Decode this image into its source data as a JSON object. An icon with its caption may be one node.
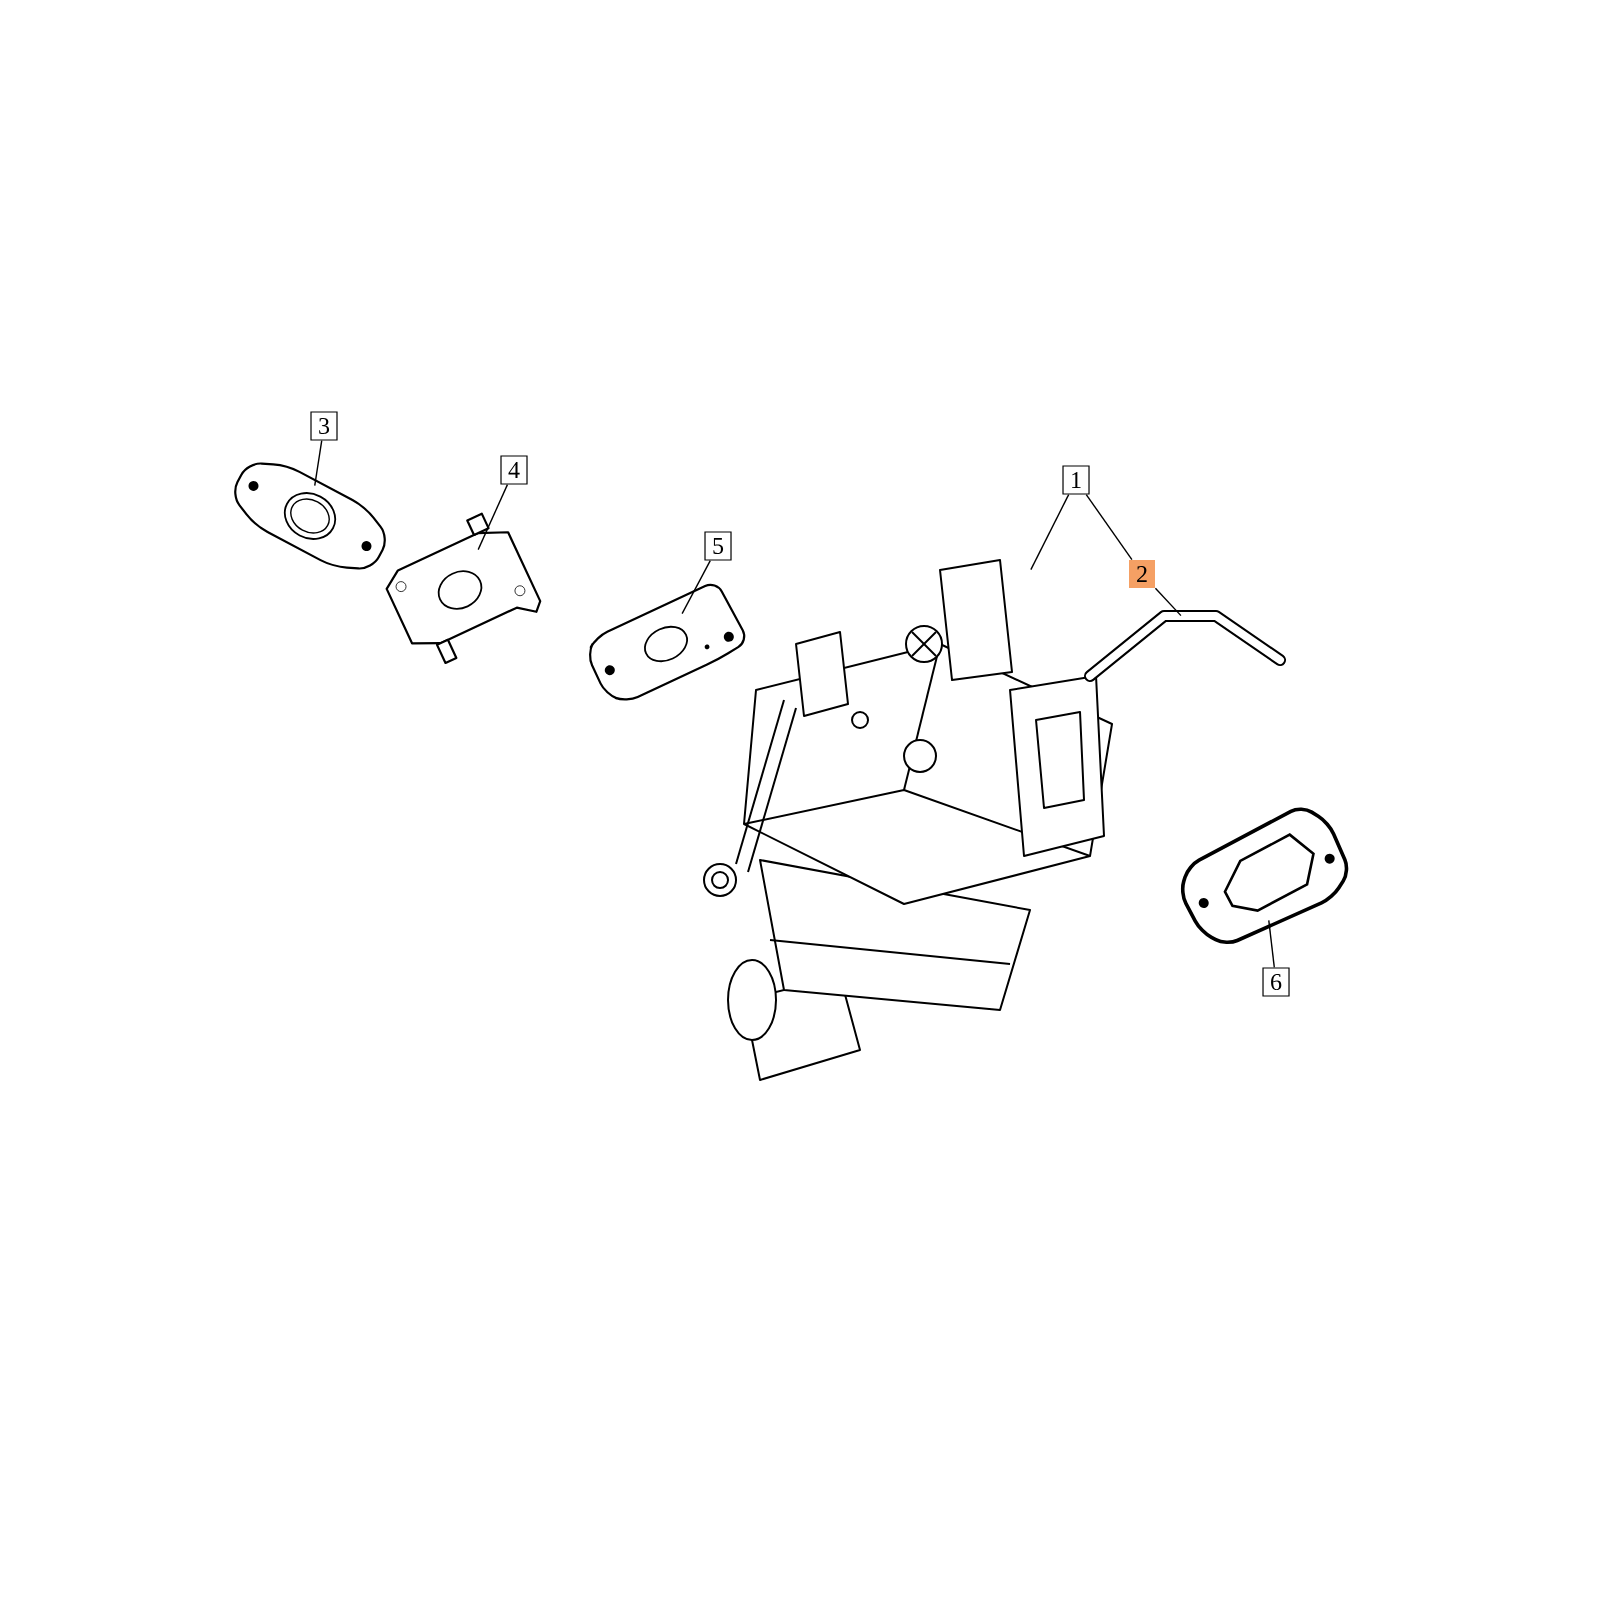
{
  "diagram": {
    "nodes": [
      {
        "text": [
          "3"
        ]
      },
      {
        "text": [
          "4"
        ]
      },
      {
        "text": [
          "5"
        ]
      },
      {
        "text": [
          "1"
        ]
      },
      {
        "text": [
          "2"
        ]
      },
      {
        "text": [
          "6"
        ]
      },
      {
        "text": [],
        "shape": "picture"
      },
      {
        "text": [],
        "shape": "picture"
      },
      {
        "text": [],
        "shape": "picture"
      },
      {
        "text": [],
        "shape": "picture"
      },
      {
        "text": [],
        "shape": "picture"
      },
      {
        "text": [],
        "shape": "picture"
      }
    ],
    "edges": [
      {
        "from": 0,
        "to": 6,
        "arrow": "none"
      },
      {
        "from": 1,
        "to": 7,
        "arrow": "none"
      },
      {
        "from": 2,
        "to": 8,
        "arrow": "none"
      },
      {
        "from": 3,
        "to": 9,
        "arrow": "none"
      },
      {
        "from": 3,
        "to": 4,
        "arrow": "none"
      },
      {
        "from": 4,
        "to": 10,
        "arrow": "none"
      },
      {
        "from": 5,
        "to": 11,
        "arrow": "none"
      }
    ]
  }
}
